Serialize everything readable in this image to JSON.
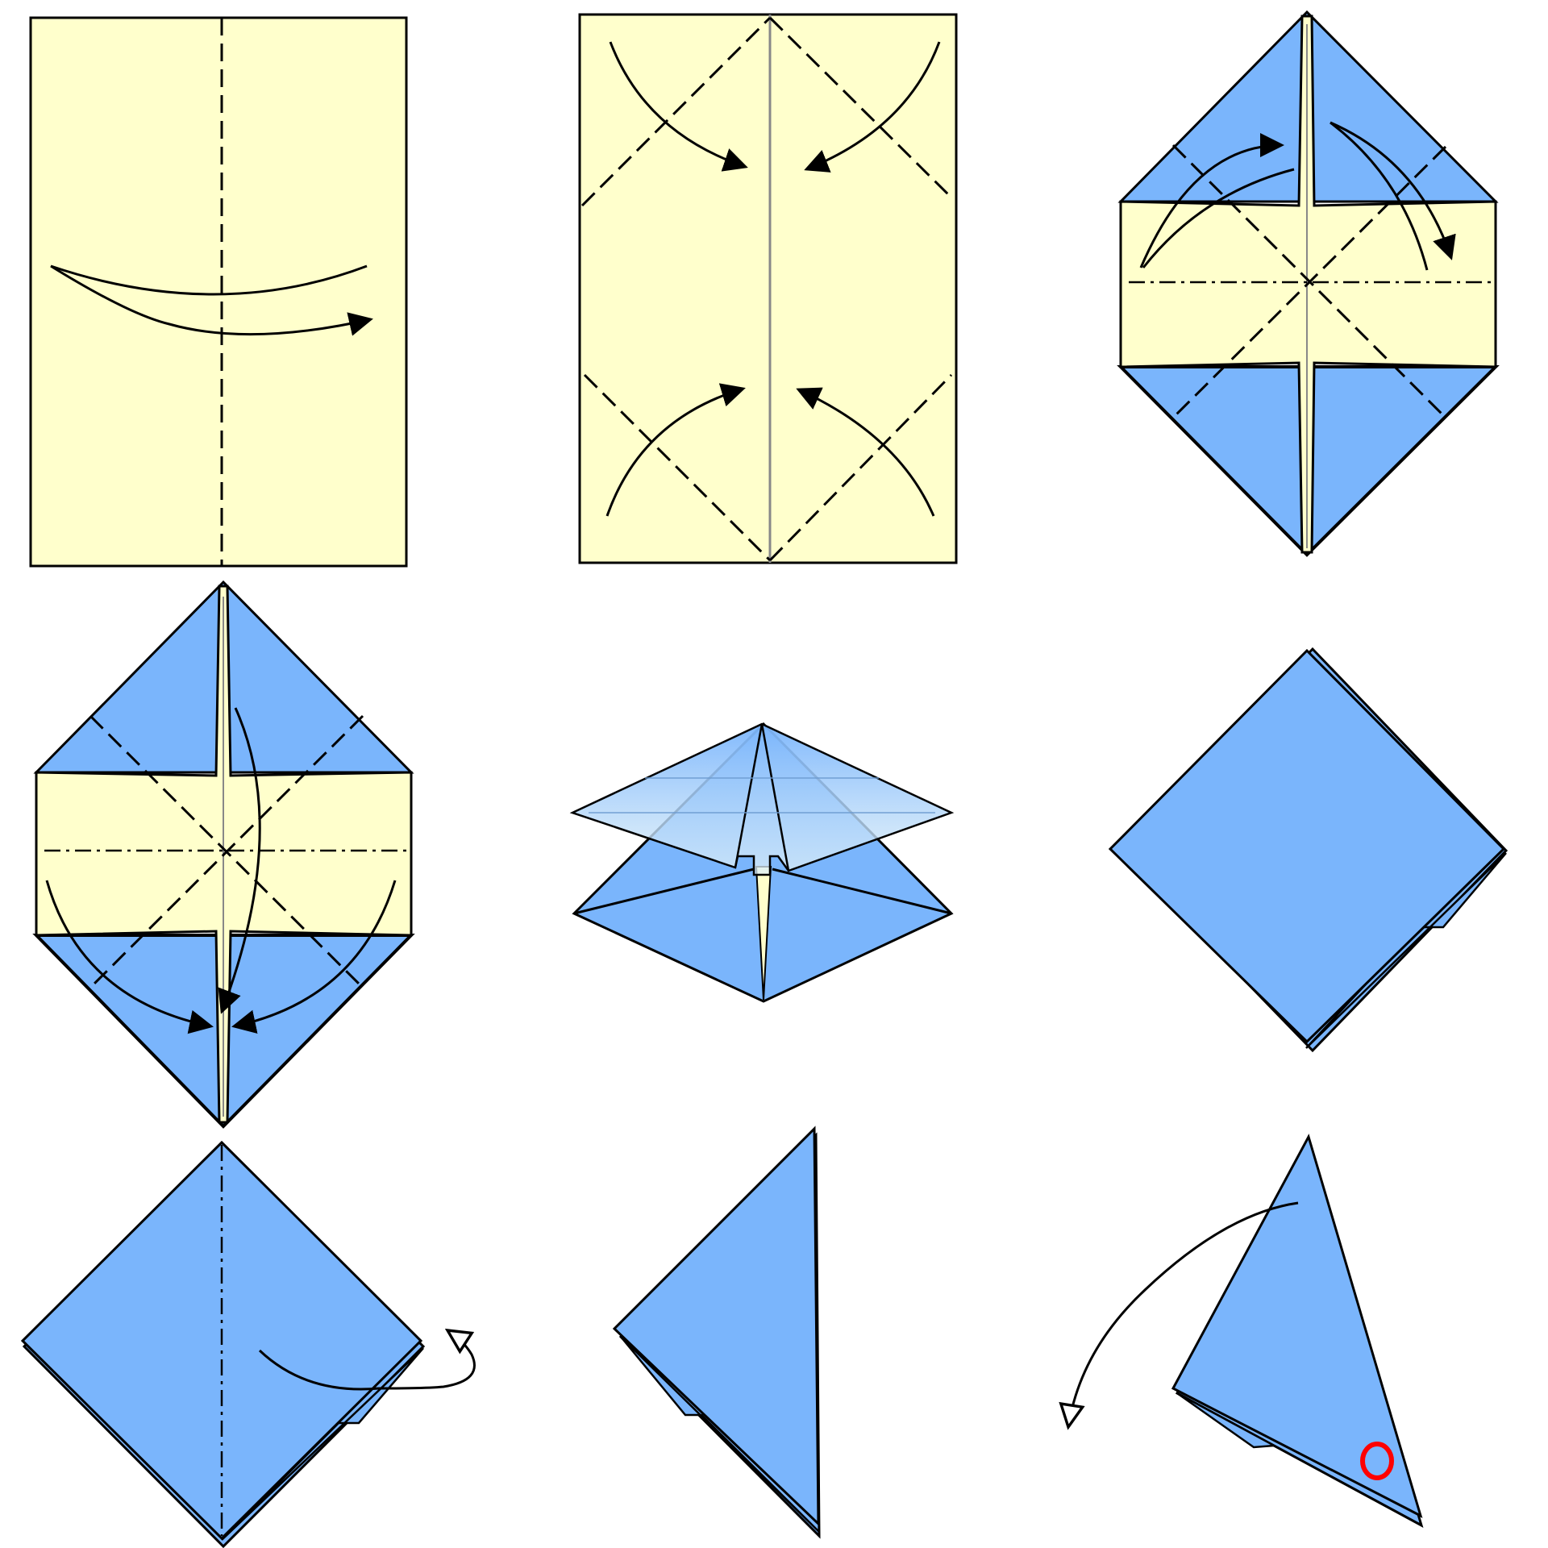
{
  "colors": {
    "paper_front": "#ffffcc",
    "paper_back": "#7ab5fc",
    "line": "#000000",
    "crease": "#888888",
    "marker": "#ff0000",
    "background": "#ffffff"
  },
  "steps": [
    {
      "id": 1,
      "shape": "rectangle",
      "color": "paper_front",
      "folds": [
        "valley-vertical-center"
      ],
      "arrows": [
        "fold-left-to-right"
      ]
    },
    {
      "id": 2,
      "shape": "rectangle",
      "color": "paper_front",
      "folds": [
        "crease-center",
        "valley-corner-diagonals"
      ],
      "arrows": [
        "top-left-corner-in",
        "top-right-corner-in",
        "bottom-left-corner-in",
        "bottom-right-corner-in"
      ]
    },
    {
      "id": 3,
      "shape": "hexagon",
      "color": "mixed",
      "folds": [
        "mountain-horizontal",
        "valley-diagonals"
      ],
      "arrows": [
        "top-left-fold",
        "top-right-fold"
      ]
    },
    {
      "id": 4,
      "shape": "hexagon",
      "color": "mixed",
      "folds": [
        "mountain-horizontal",
        "valley-diagonals"
      ],
      "arrows": [
        "bottom-left-fold",
        "bottom-right-fold",
        "center-down"
      ]
    },
    {
      "id": 5,
      "shape": "collapsing-base",
      "color": "paper_back",
      "folds": [],
      "arrows": []
    },
    {
      "id": 6,
      "shape": "square-diamond",
      "color": "paper_back",
      "folds": [],
      "arrows": []
    },
    {
      "id": 7,
      "shape": "square-diamond",
      "color": "paper_back",
      "folds": [
        "mountain-vertical"
      ],
      "arrows": [
        "fold-behind"
      ]
    },
    {
      "id": 8,
      "shape": "right-triangle",
      "color": "paper_back",
      "folds": [],
      "arrows": []
    },
    {
      "id": 9,
      "shape": "triangle",
      "color": "paper_back",
      "folds": [],
      "arrows": [
        "open-pocket"
      ],
      "marker": "red-circle"
    }
  ],
  "icons": {
    "filled_arrow": "arrowhead-filled-icon",
    "hollow_arrow": "arrowhead-hollow-icon",
    "marker": "circle-marker-icon"
  }
}
